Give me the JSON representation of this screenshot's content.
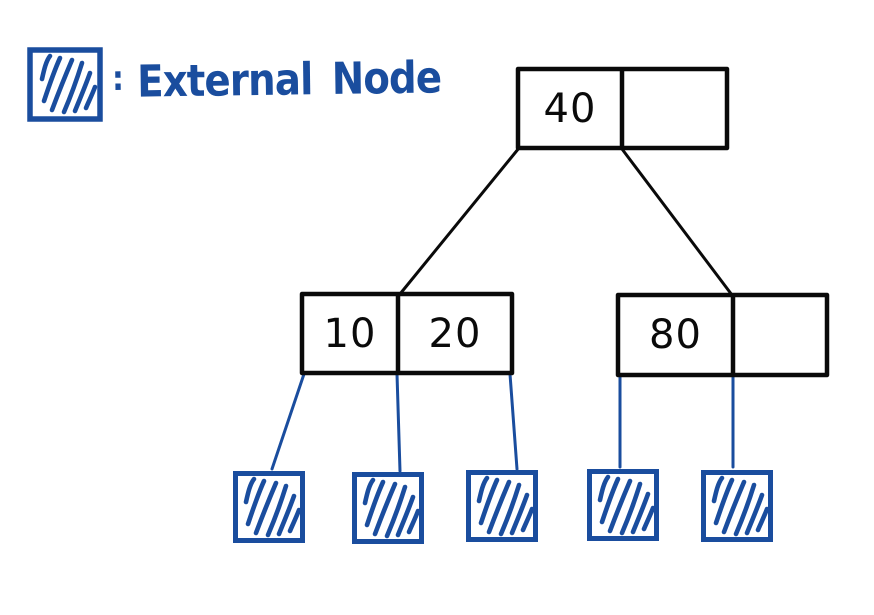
{
  "legend": {
    "colon": ":",
    "label_word1": "External",
    "label_word2": "Node",
    "swatch_icon": "hatched-square-icon"
  },
  "tree": {
    "root": {
      "keys": [
        "40",
        ""
      ]
    },
    "children": [
      {
        "keys": [
          "10",
          "20"
        ]
      },
      {
        "keys": [
          "80",
          ""
        ]
      }
    ],
    "external_node_count": 5
  },
  "colors": {
    "ink_black": "#0a0a0a",
    "ink_blue": "#1a4d9e",
    "background": "#ffffff"
  }
}
